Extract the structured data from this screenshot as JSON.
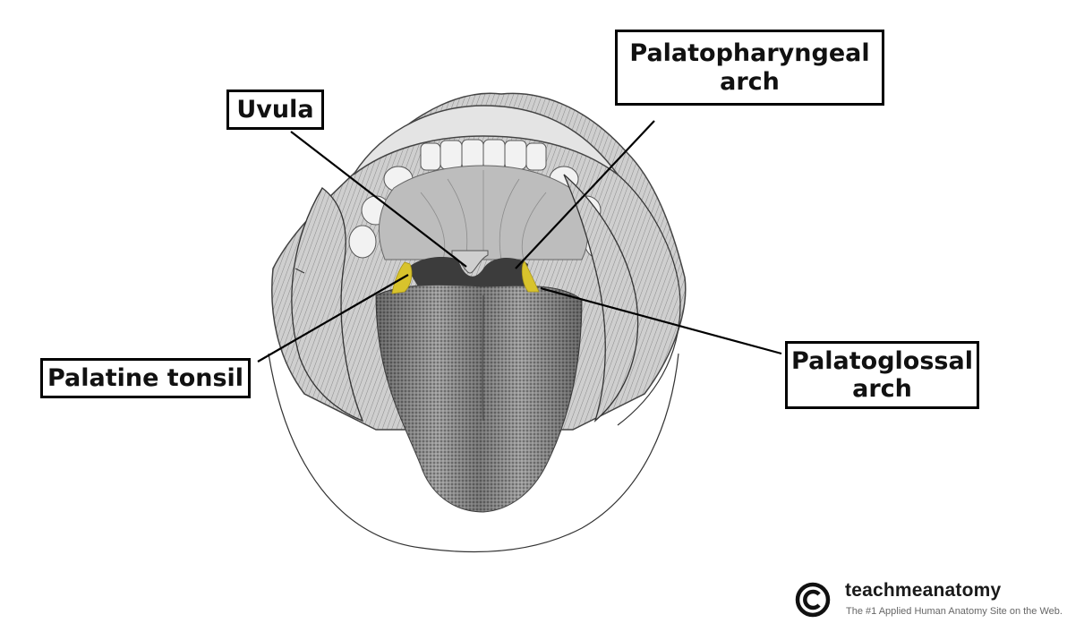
{
  "diagram": {
    "subject": "Oral cavity — open mouth, anterior view",
    "highlight_color": "#d8c32c",
    "line_color": "#000000",
    "labels": [
      {
        "id": "uvula",
        "lines": [
          "Uvula"
        ]
      },
      {
        "id": "palatopharyngeal-arch",
        "lines": [
          "Palatopharyngeal",
          "arch"
        ]
      },
      {
        "id": "palatine-tonsil",
        "lines": [
          "Palatine tonsil"
        ]
      },
      {
        "id": "palatoglossal-arch",
        "lines": [
          "Palatoglossal",
          "arch"
        ]
      }
    ]
  },
  "watermark": {
    "icon": "copyright-icon",
    "brand": "teachmeanatomy",
    "tagline": "The #1 Applied Human Anatomy Site on the Web."
  }
}
